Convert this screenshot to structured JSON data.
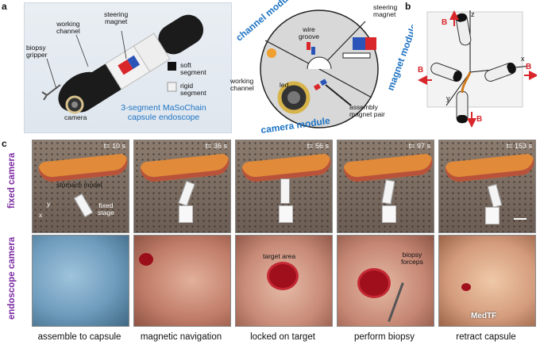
{
  "panel_a": {
    "letter": "a",
    "left": {
      "working_channel": "working\nchannel",
      "steering_magnet": "steering\nmagnet",
      "biopsy_gripper": "biopsy\ngripper",
      "camera": "camera",
      "soft_segment": "soft\nsegment",
      "rigid_segment": "rigid\nsegment",
      "title_line1": "3-segment MaSoChain",
      "title_line2": "capsule endoscope"
    },
    "right": {
      "channel_module": "channel module",
      "magnet_module": "magnet module",
      "camera_module": "camera module",
      "wire_groove": "wire\ngroove",
      "steering_magnet": "steering\nmagnet",
      "working_channel": "working\nchannel",
      "led": "led",
      "assembly_magnet_pair": "assembly\nmagnet pair"
    }
  },
  "panel_b": {
    "letter": "b",
    "axis_z": "z",
    "axis_x": "x",
    "axis_y": "y",
    "field_label": "B"
  },
  "panel_c": {
    "letter": "c",
    "row_fixed_label": "fixed camera",
    "row_endo_label": "endoscope camera",
    "frame1_labels": {
      "stomach_model": "stomach model",
      "fixed_stage": "fixed\nstage",
      "axis_x": "x",
      "axis_y": "y"
    },
    "endo1_label": "target area",
    "endo3_label": "biopsy\nforceps",
    "timestamps": [
      "t= 10 s",
      "t= 36 s",
      "t= 56 s",
      "t= 97 s",
      "t= 153 s"
    ],
    "captions": [
      "assemble to capsule",
      "magnetic navigation",
      "locked on target",
      "perform biopsy",
      "retract capsule"
    ],
    "watermark": "MedTF",
    "colors": {
      "purple": "#7b2aa1",
      "blue_title": "#1f74c4",
      "magnet_red": "#d9262b",
      "magnet_blue": "#2a54b8"
    }
  }
}
